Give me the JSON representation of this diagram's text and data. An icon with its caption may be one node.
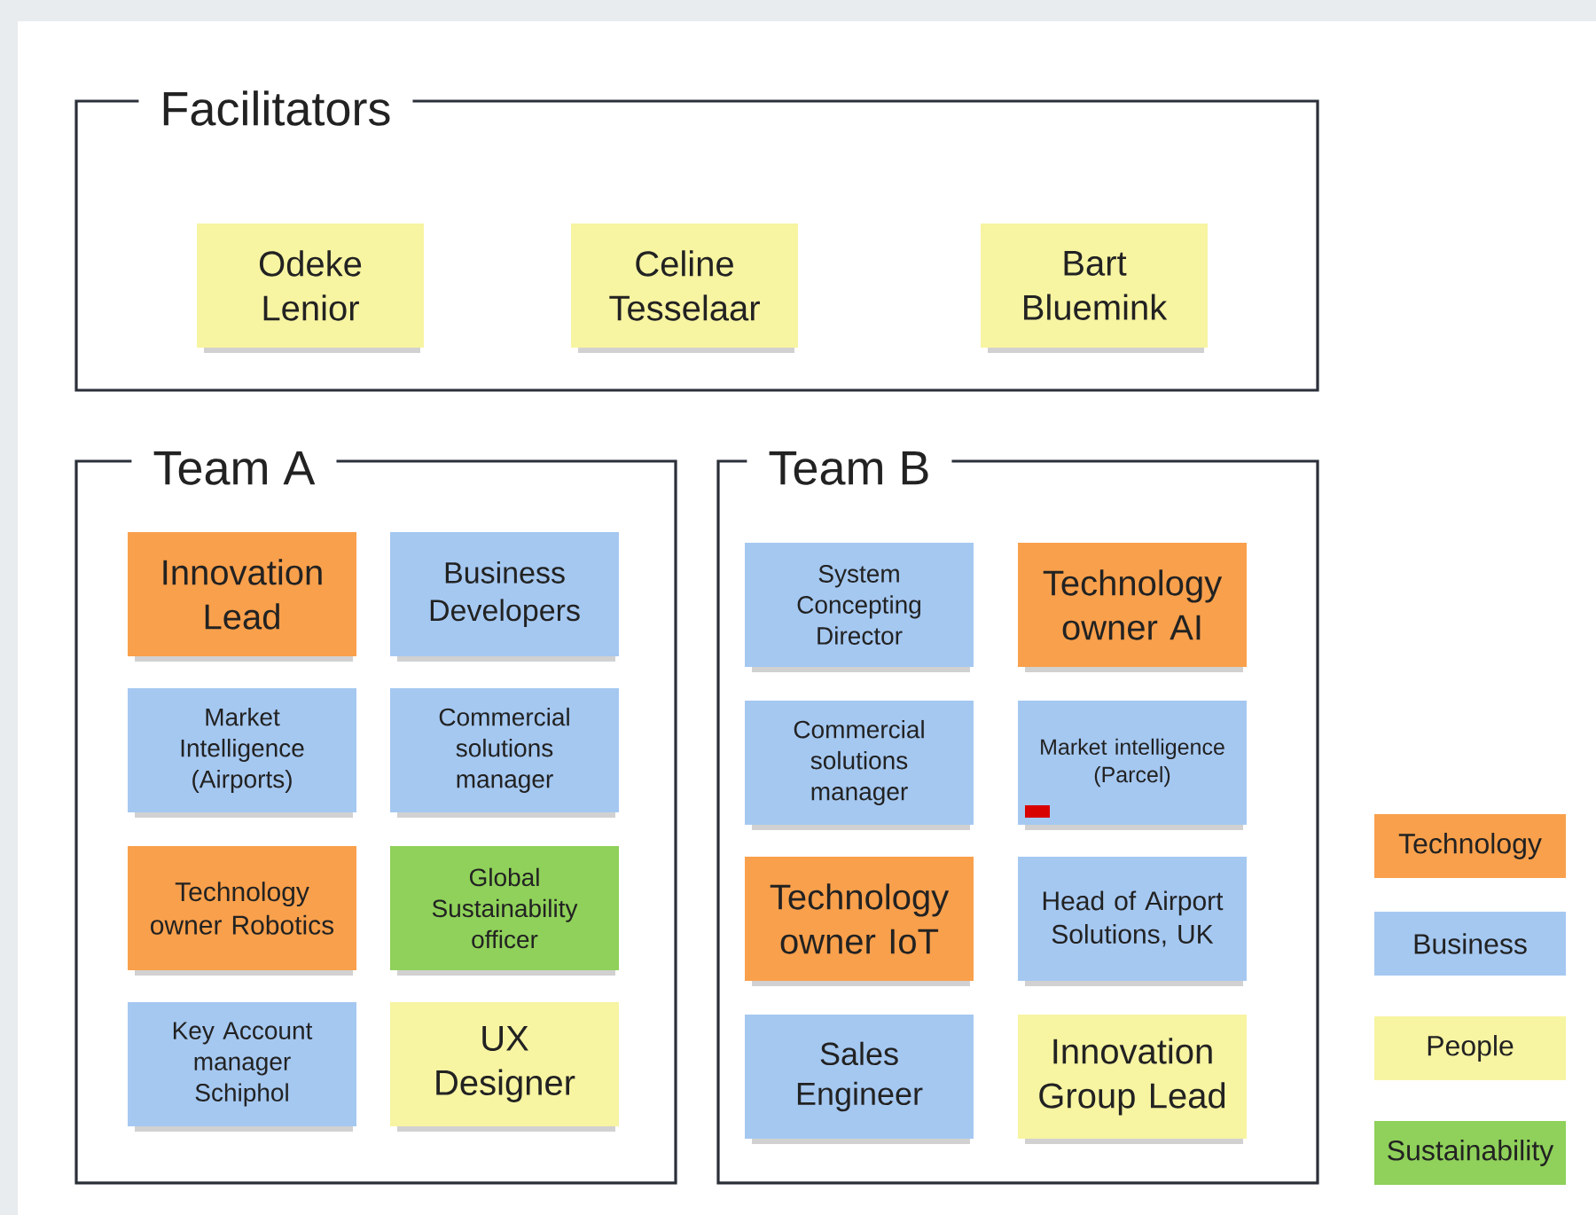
{
  "diagram": {
    "nodes": [
      {
        "text": [
          "Facilitators"
        ]
      },
      {
        "text": [
          "Odeke Lenior"
        ],
        "in": 0
      },
      {
        "text": [
          "Celine Tesselaar"
        ],
        "in": 0
      },
      {
        "text": [
          "Bart Bluemink"
        ],
        "in": 0
      },
      {
        "text": [
          "Team A"
        ]
      },
      {
        "text": [
          "Innovation Lead"
        ],
        "in": 4
      },
      {
        "text": [
          "Business Developers"
        ],
        "in": 4
      },
      {
        "text": [
          "Market Intelligence (Airports)"
        ],
        "in": 4
      },
      {
        "text": [
          "Commercial solutions manager"
        ],
        "in": 4
      },
      {
        "text": [
          "Technology owner Robotics"
        ],
        "in": 4
      },
      {
        "text": [
          "Global Sustainability officer"
        ],
        "in": 4
      },
      {
        "text": [
          "Key Account manager Schiphol"
        ],
        "in": 4
      },
      {
        "text": [
          "UX Designer"
        ],
        "in": 4
      },
      {
        "text": [
          "Team B"
        ]
      },
      {
        "text": [
          "System Concepting Director"
        ],
        "in": 13
      },
      {
        "text": [
          "Technology owner AI"
        ],
        "in": 13
      },
      {
        "text": [
          "Commercial solutions manager"
        ],
        "in": 13
      },
      {
        "text": [
          "Market intelligence (Parcel)"
        ],
        "in": 13
      },
      {
        "text": [
          "Technology owner IoT"
        ],
        "in": 13
      },
      {
        "text": [
          "Head of Airport Solutions, UK"
        ],
        "in": 13
      },
      {
        "text": [
          "Sales Engineer"
        ],
        "in": 13
      },
      {
        "text": [
          "Innovation Group Lead"
        ],
        "in": 13
      }
    ],
    "legend": [
      {
        "text": "Technology",
        "color": "#f9a04c"
      },
      {
        "text": "Business",
        "color": "#a5c8f1"
      },
      {
        "text": "People",
        "color": "#f7f4a2"
      },
      {
        "text": "Sustainability",
        "color": "#8fd15a"
      }
    ]
  }
}
